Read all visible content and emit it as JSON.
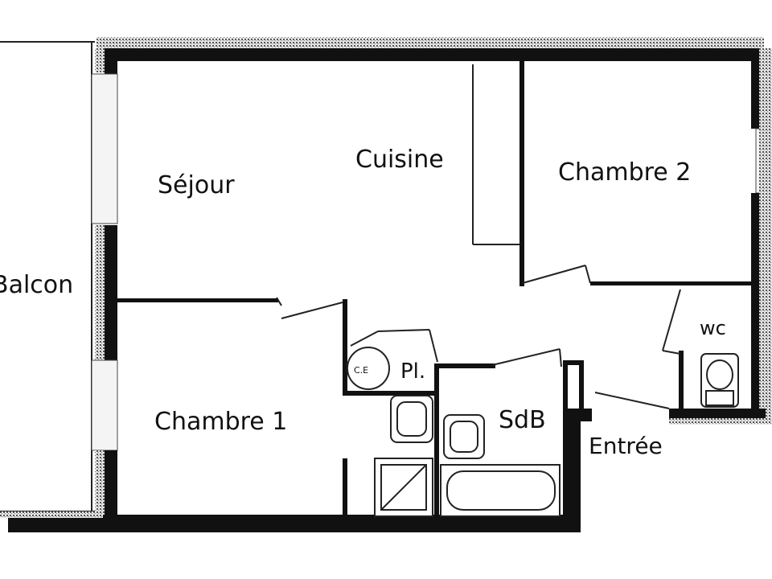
{
  "rooms": {
    "sejour": "Séjour",
    "cuisine": "Cuisine",
    "chambre2": "Chambre 2",
    "balcon": "Balcon",
    "wc": "wc",
    "ce": "C.E",
    "placard": "Pl.",
    "chambre1": "Chambre 1",
    "sdb": "SdB",
    "entree": "Entrée"
  }
}
